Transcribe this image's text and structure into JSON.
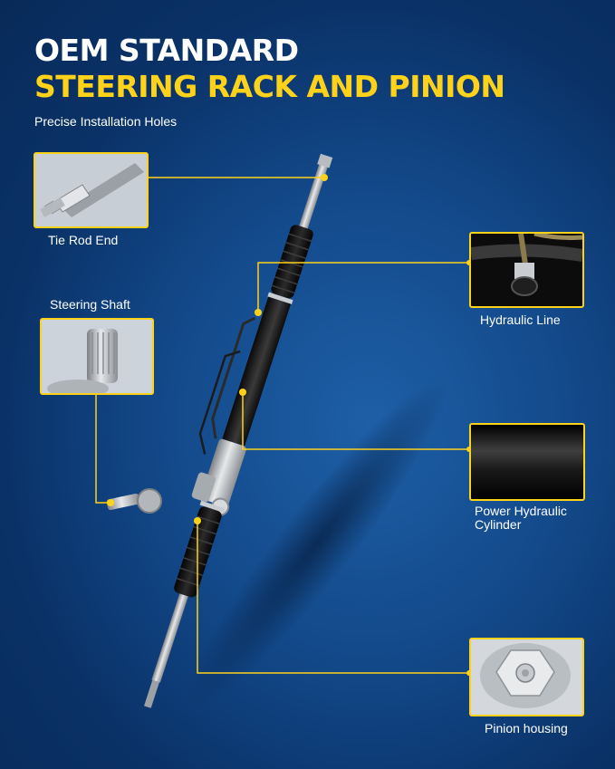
{
  "header": {
    "title_line1": "OEM STANDARD",
    "title_line2": "STEERING RACK AND PINION",
    "subtitle": "Precise Installation Holes"
  },
  "callouts": {
    "tie_rod_end": "Tie Rod End",
    "steering_shaft": "Steering Shaft",
    "hydraulic_line": "Hydraulic Line",
    "power_cylinder_line1": "Power Hydraulic",
    "power_cylinder_line2": "Cylinder",
    "pinion_housing": "Pinion housing"
  },
  "colors": {
    "accent": "#ffd21a",
    "background": "#0f3f7a",
    "title": "#ffffff"
  }
}
